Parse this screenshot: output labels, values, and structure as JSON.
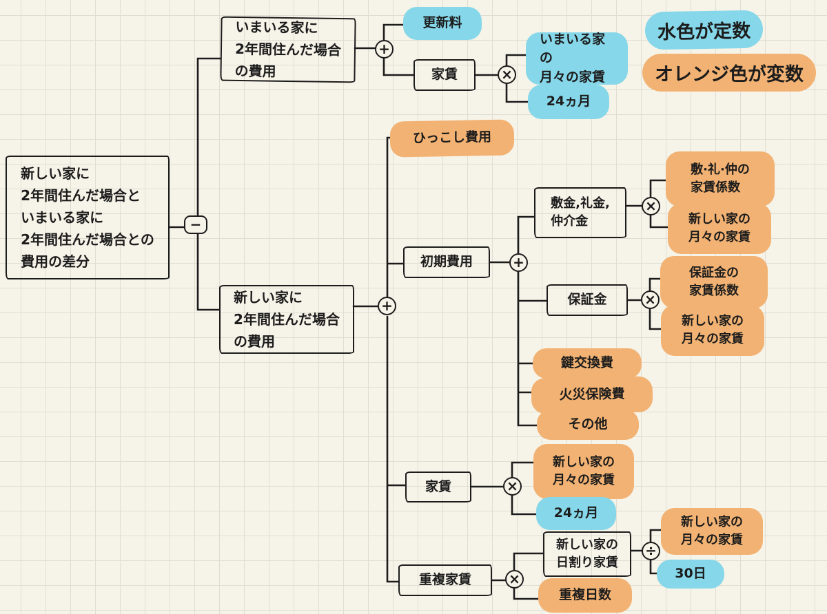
{
  "legend": {
    "const_label": "水色が定数",
    "var_label": "オレンジ色が変数"
  },
  "colors": {
    "paper": "#f6f3e8",
    "grid_line": "#e0ddd2",
    "ink": "#1c1c1c",
    "constant_highlight_blue": "#86d7e9",
    "variable_highlight_orange": "#f2b273"
  },
  "operators": {
    "minus": "−",
    "plus": "+",
    "times": "×",
    "divide": "÷"
  },
  "nodes": {
    "root": {
      "text": "新しい家に\n2年間住んだ場合と\nいまいる家に\n2年間住んだ場合との\n費用の差分"
    },
    "current_home_cost": {
      "text": "いまいる家に\n2年間住んだ場合\nの費用"
    },
    "renewal_fee": {
      "text": "更新料"
    },
    "rent_current": {
      "text": "家賃"
    },
    "current_monthly_rent": {
      "text": "いまいる家の\n月々の家賃"
    },
    "months_24_current": {
      "text": "24ヵ月"
    },
    "new_home_cost": {
      "text": "新しい家に\n2年間住んだ場合\nの費用"
    },
    "moving_cost": {
      "text": "ひっこし費用"
    },
    "initial_cost": {
      "text": "初期費用"
    },
    "shikirei": {
      "text": "敷金,礼金,\n仲介金"
    },
    "shikirei_coeff": {
      "text": "敷·礼·仲の\n家賃係数"
    },
    "new_monthly_rent_1": {
      "text": "新しい家の\n月々の家賃"
    },
    "deposit": {
      "text": "保証金"
    },
    "deposit_coeff": {
      "text": "保証金の\n家賃係数"
    },
    "new_monthly_rent_2": {
      "text": "新しい家の\n月々の家賃"
    },
    "key_exchange": {
      "text": "鍵交換費"
    },
    "fire_insurance": {
      "text": "火災保険費"
    },
    "other": {
      "text": "その他"
    },
    "rent_new": {
      "text": "家賃"
    },
    "new_monthly_rent_3": {
      "text": "新しい家の\n月々の家賃"
    },
    "months_24_new": {
      "text": "24ヵ月"
    },
    "overlap_rent": {
      "text": "重複家賃"
    },
    "daily_rent": {
      "text": "新しい家の\n日割り家賃"
    },
    "new_monthly_rent_4": {
      "text": "新しい家の\n月々の家賃"
    },
    "days_30": {
      "text": "30日"
    },
    "overlap_days": {
      "text": "重複日数"
    }
  }
}
